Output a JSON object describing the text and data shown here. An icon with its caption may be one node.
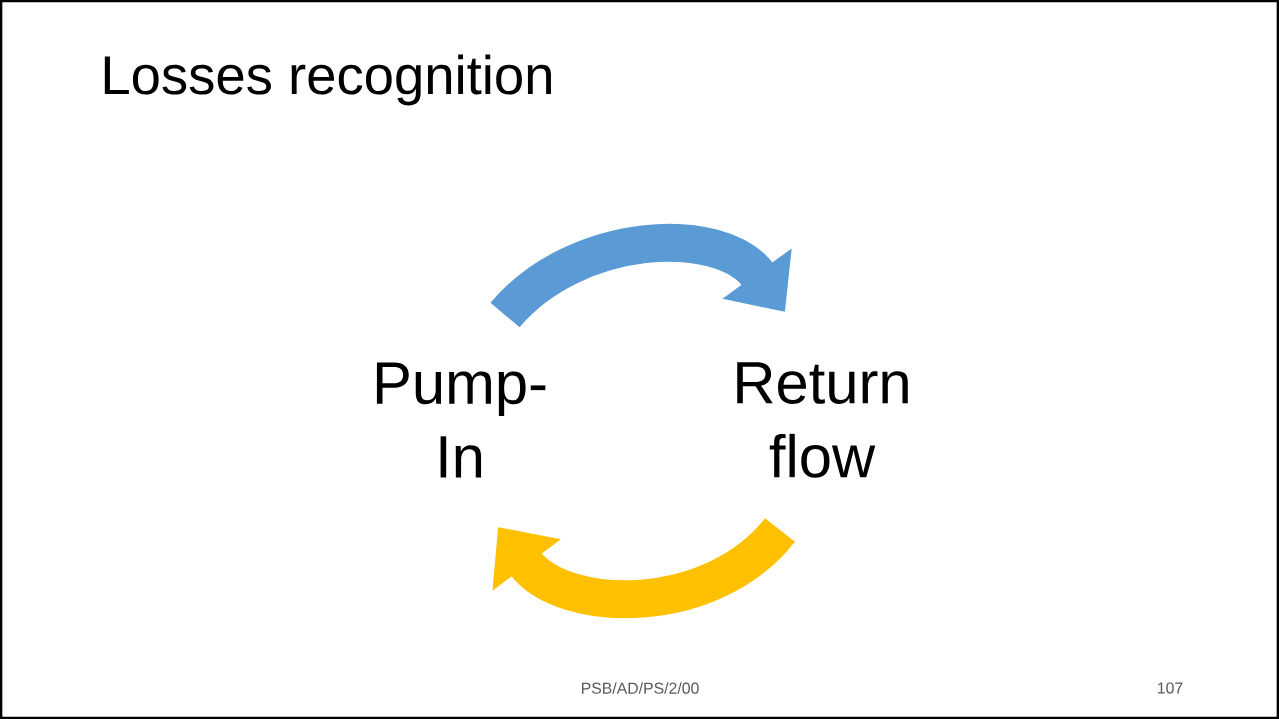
{
  "diagram": {
    "title": "Losses recognition",
    "nodes": [
      {
        "text": [
          "Pump-In"
        ]
      },
      {
        "text": [
          "Return flow"
        ]
      }
    ],
    "edges": [
      {
        "from": 0,
        "to": 1,
        "arrow": "to",
        "color": "#5b9bd5"
      },
      {
        "from": 1,
        "to": 0,
        "arrow": "to",
        "color": "#ffc000"
      }
    ],
    "labels": [
      "PSB/AD/PS/2/00",
      "107"
    ]
  }
}
